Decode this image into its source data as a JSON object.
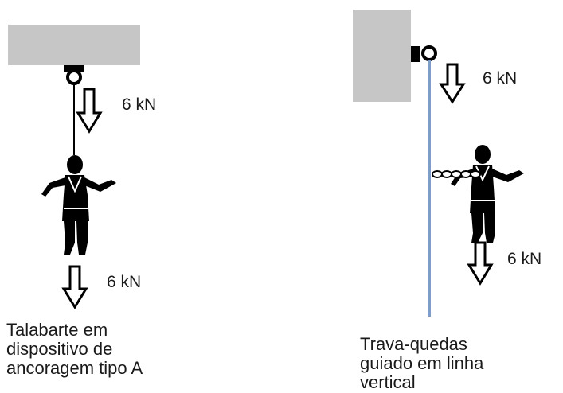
{
  "colors": {
    "anchor_block": "#c6c6c6",
    "lifeline": "#7f9dc9",
    "figure": "#000000",
    "arrow_stroke": "#000000"
  },
  "left": {
    "force_top": "6 kN",
    "force_bottom": "6 kN",
    "caption": [
      "Talabarte em",
      "dispositivo de",
      "ancoragem tipo A"
    ]
  },
  "right": {
    "force_top": "6 kN",
    "force_bottom": "6 kN",
    "caption": [
      "Trava-quedas",
      "guiado em linha",
      "vertical"
    ]
  }
}
